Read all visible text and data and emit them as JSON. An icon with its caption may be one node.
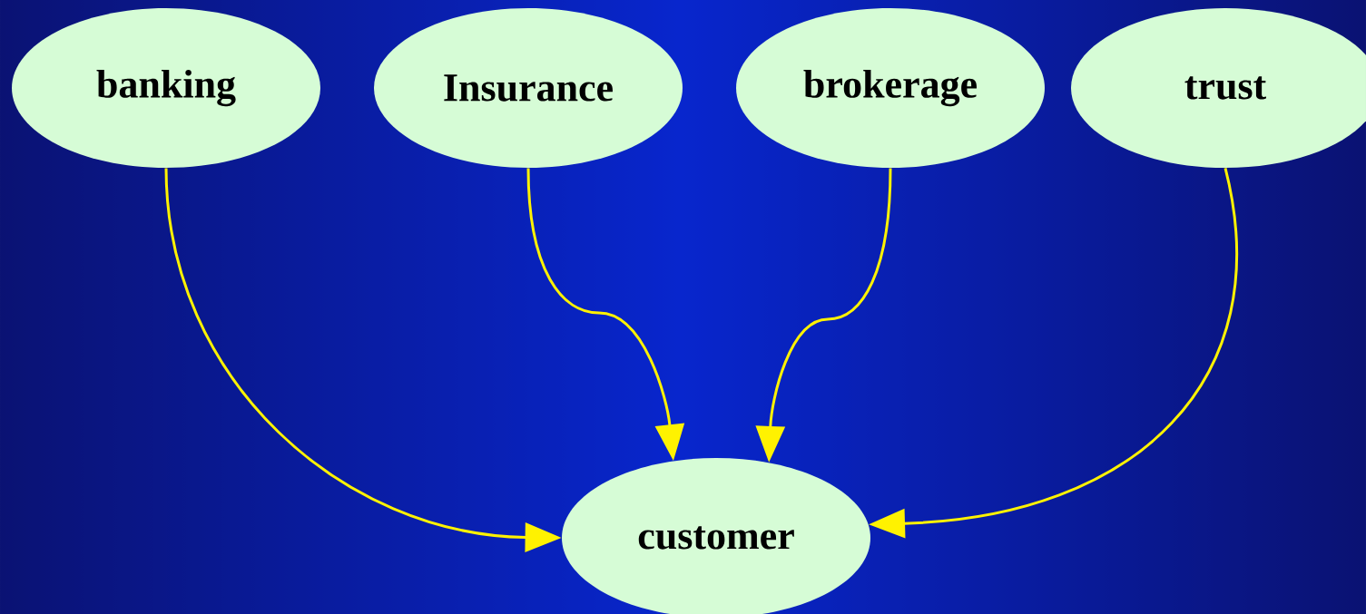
{
  "diagram": {
    "nodes": [
      {
        "text": [
          "banking"
        ]
      },
      {
        "text": [
          "Insurance"
        ]
      },
      {
        "text": [
          "brokerage"
        ]
      },
      {
        "text": [
          "trust"
        ]
      },
      {
        "text": [
          "customer"
        ]
      }
    ],
    "edges": [
      {
        "from": 0,
        "to": 4,
        "arrow": "to"
      },
      {
        "from": 1,
        "to": 4,
        "arrow": "to"
      },
      {
        "from": 2,
        "to": 4,
        "arrow": "to"
      },
      {
        "from": 3,
        "to": 4,
        "arrow": "to"
      }
    ]
  }
}
